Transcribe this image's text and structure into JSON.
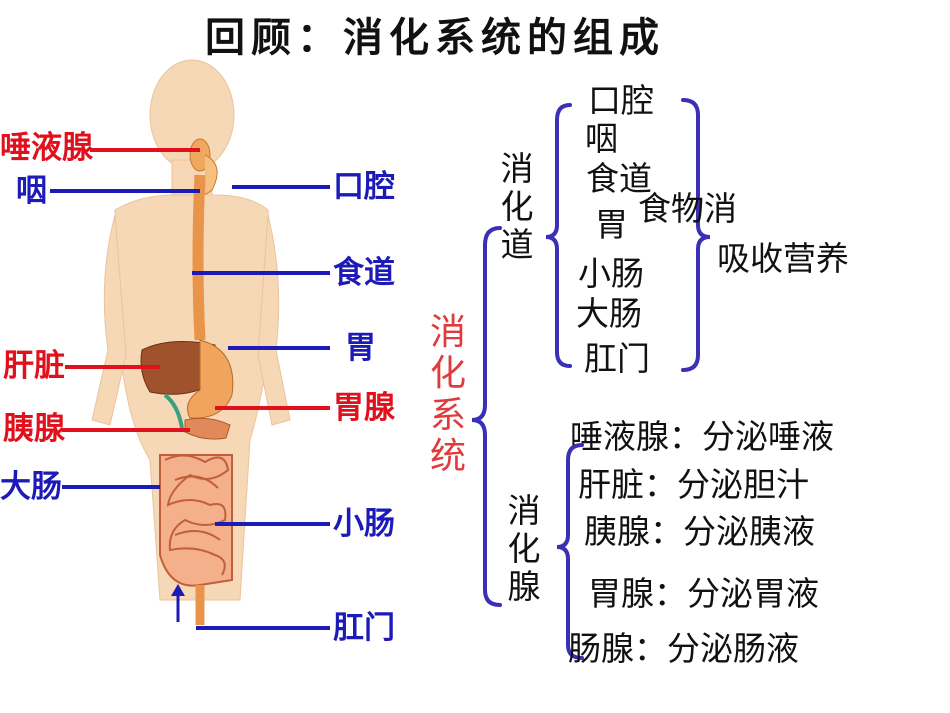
{
  "title": "回顾：消化系统的组成",
  "figure": {
    "left_labels": [
      "唾液腺",
      "咽",
      "肝脏",
      "胰腺",
      "大肠"
    ],
    "right_labels": [
      "口腔",
      "食道",
      "胃",
      "胃腺",
      "小肠",
      "肛门"
    ]
  },
  "tree": {
    "root": "消化系统",
    "tract": {
      "label": "消化道",
      "organs": [
        "口腔",
        "咽",
        "食道",
        "胃",
        "小肠",
        "大肠",
        "肛门"
      ],
      "function_line1": "食物消",
      "function_line2": "吸收营养"
    },
    "glands": {
      "label": "消化腺",
      "items": [
        "唾液腺：分泌唾液",
        "肝脏：分泌胆汁",
        "胰腺：分泌胰液",
        "胃腺：分泌胃液",
        "肠腺：分泌肠液"
      ]
    }
  },
  "colors": {
    "red": "#e0101c",
    "blue": "#1d1bb8",
    "bracket": "#3a2fb5",
    "root_red": "#e23a3a"
  }
}
